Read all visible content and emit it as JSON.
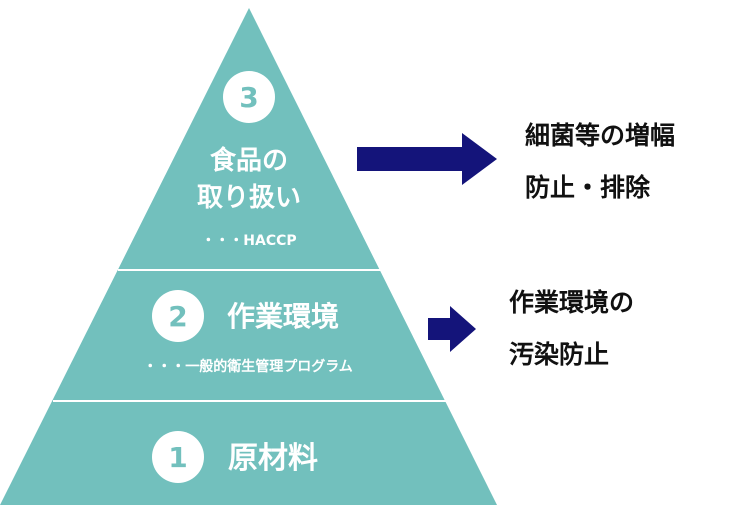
{
  "colors": {
    "pyramid": "#72c0bd",
    "divider": "#ffffff",
    "arrow": "#14147a",
    "text_light": "#ffffff",
    "text_dark": "#111111"
  },
  "tiers": [
    {
      "number": "3",
      "title_line1": "食品の",
      "title_line2": "取り扱い",
      "subtitle": "・・・HACCP"
    },
    {
      "number": "2",
      "title": "作業環境",
      "subtitle": "・・・一般的衛生管理プログラム"
    },
    {
      "number": "1",
      "title": "原材料"
    }
  ],
  "side_labels": {
    "top": {
      "line1": "細菌等の増幅",
      "line2": "防止・排除"
    },
    "middle": {
      "line1": "作業環境の",
      "line2": "汚染防止"
    }
  }
}
